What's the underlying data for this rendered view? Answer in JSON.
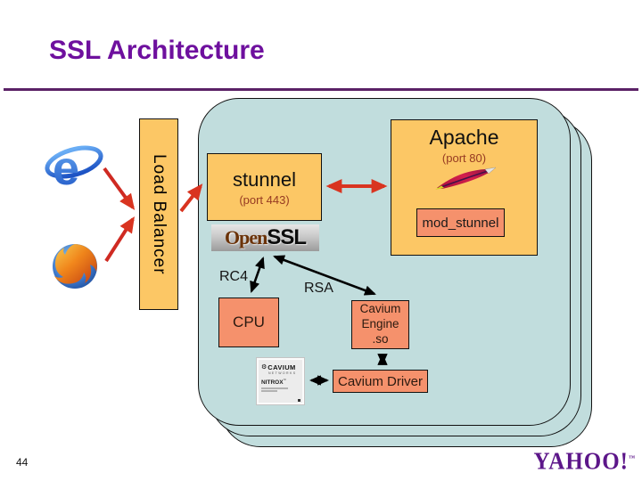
{
  "slide": {
    "title": "SSL Architecture",
    "page_number": "44",
    "footer_logo": "YAHOO!",
    "footer_logo_mark": "™"
  },
  "load_balancer": {
    "label": "Load Balancer"
  },
  "stunnel": {
    "label": "stunnel",
    "port": "(port 443)"
  },
  "apache": {
    "title": "Apache",
    "port": "(port 80)",
    "mod_label": "mod_stunnel"
  },
  "openssl": {
    "open": "Open",
    "ssl": "SSL"
  },
  "ciphers": {
    "rc4": "RC4",
    "rsa": "RSA"
  },
  "cpu": {
    "label": "CPU"
  },
  "cavium_engine": {
    "lines": [
      "Cavium",
      "Engine",
      ".so"
    ]
  },
  "cavium_chip": {
    "brand": "CAVIUM",
    "sub": "NETWORKS",
    "product": "NITROX",
    "product_mark": "™"
  },
  "cavium_driver": {
    "label": "Cavium Driver"
  },
  "icons": {
    "ie": "internet-explorer-logo",
    "firefox": "firefox-logo",
    "apache_feather": "apache-feather",
    "cavium_gear": "gear-emblem"
  },
  "colors": {
    "panel_teal": "#c1dddd",
    "box_orange": "#fcc765",
    "box_salmon": "#f5916c",
    "arrow_red": "#d93420",
    "arrow_black": "#000000",
    "title_purple": "#6e109e",
    "divider_purple": "#5b2166",
    "port_text": "#963a22",
    "yahoo_purple": "#5c1689"
  }
}
